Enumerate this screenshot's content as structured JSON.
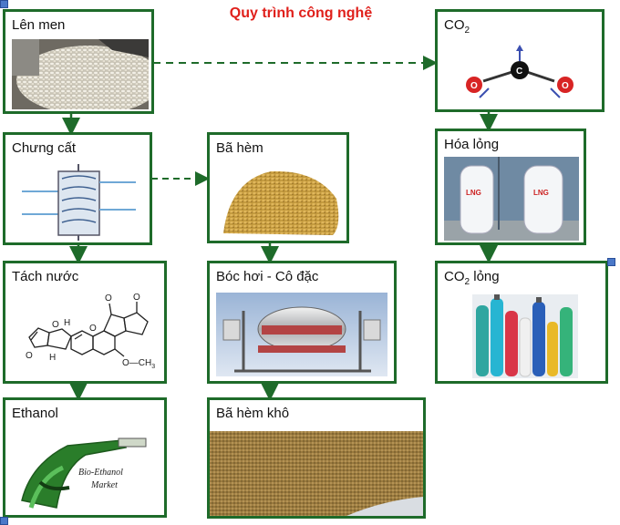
{
  "title": "Quy trình công nghệ",
  "nodes": {
    "len_men": "Lên men",
    "chung_cat": "Chưng cất",
    "tach_nuoc": "Tách nước",
    "ethanol": "Ethanol",
    "ba_hem": "Bã hèm",
    "boc_hoi": "Bóc hơi - Cô đặc",
    "ba_hem_kho": "Bã hèm khô",
    "co2_prefix": "CO",
    "co2_sub": "2",
    "hoa_long": "Hóa lỏng",
    "co2_long_prefix": "CO",
    "co2_long_sub": "2",
    "co2_long_suffix": " lỏng"
  },
  "image_text": {
    "molecule_o_left": "O",
    "molecule_c": "C",
    "molecule_o_right": "O",
    "tank_label_1": "LNG",
    "tank_label_2": "LNG",
    "nozzle_text_1": "Bio-Ethanol",
    "nozzle_text_2": "Market",
    "chem_o1": "O",
    "chem_o2": "O",
    "chem_o3": "O",
    "chem_o4": "O",
    "chem_o5": "O",
    "chem_methoxy": "O—CH",
    "chem_methoxy_sub": "3",
    "chem_h1": "H",
    "chem_h2": "H"
  },
  "colors": {
    "box_border": "#1e6b2a",
    "title": "#e0201b",
    "arrow": "#1e6b2a"
  }
}
